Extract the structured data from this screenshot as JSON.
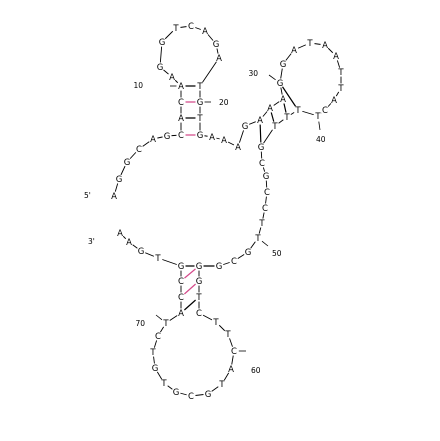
{
  "diagram": {
    "pair_colors": {
      "GC": "#d44a8a",
      "AT": "#000000"
    },
    "background": "#ffffff",
    "nucleotides": [
      {
        "n": 1,
        "base": "A"
      },
      {
        "n": 2,
        "base": "G"
      },
      {
        "n": 3,
        "base": "G"
      },
      {
        "n": 4,
        "base": "C"
      },
      {
        "n": 5,
        "base": "A"
      },
      {
        "n": 6,
        "base": "G"
      },
      {
        "n": 7,
        "base": "C"
      },
      {
        "n": 8,
        "base": "A"
      },
      {
        "n": 9,
        "base": "C"
      },
      {
        "n": 10,
        "base": "A"
      },
      {
        "n": 11,
        "base": "A"
      },
      {
        "n": 12,
        "base": "G"
      },
      {
        "n": 13,
        "base": "G"
      },
      {
        "n": 14,
        "base": "T"
      },
      {
        "n": 15,
        "base": "C"
      },
      {
        "n": 16,
        "base": "A"
      },
      {
        "n": 17,
        "base": "G"
      },
      {
        "n": 18,
        "base": "A"
      },
      {
        "n": 19,
        "base": "T"
      },
      {
        "n": 20,
        "base": "G"
      },
      {
        "n": 21,
        "base": "T"
      },
      {
        "n": 22,
        "base": "G"
      },
      {
        "n": 23,
        "base": "A"
      },
      {
        "n": 24,
        "base": "A"
      },
      {
        "n": 25,
        "base": "A"
      },
      {
        "n": 26,
        "base": "G"
      },
      {
        "n": 27,
        "base": "A"
      },
      {
        "n": 28,
        "base": "A"
      },
      {
        "n": 29,
        "base": "A"
      },
      {
        "n": 30,
        "base": "G"
      },
      {
        "n": 31,
        "base": "G"
      },
      {
        "n": 32,
        "base": "A"
      },
      {
        "n": 33,
        "base": "T"
      },
      {
        "n": 34,
        "base": "A"
      },
      {
        "n": 35,
        "base": "A"
      },
      {
        "n": 36,
        "base": "T"
      },
      {
        "n": 37,
        "base": "T"
      },
      {
        "n": 38,
        "base": "A"
      },
      {
        "n": 39,
        "base": "C"
      },
      {
        "n": 40,
        "base": "T"
      },
      {
        "n": 41,
        "base": "T"
      },
      {
        "n": 42,
        "base": "T"
      },
      {
        "n": 43,
        "base": "T"
      },
      {
        "n": 44,
        "base": "G"
      },
      {
        "n": 45,
        "base": "C"
      },
      {
        "n": 46,
        "base": "G"
      },
      {
        "n": 47,
        "base": "C"
      },
      {
        "n": 48,
        "base": "C"
      },
      {
        "n": 49,
        "base": "T"
      },
      {
        "n": 50,
        "base": "T"
      },
      {
        "n": 51,
        "base": "G"
      },
      {
        "n": 52,
        "base": "C"
      },
      {
        "n": 53,
        "base": "G"
      },
      {
        "n": 54,
        "base": "G"
      },
      {
        "n": 55,
        "base": "G"
      },
      {
        "n": 56,
        "base": "T"
      },
      {
        "n": 57,
        "base": "C"
      },
      {
        "n": 58,
        "base": "T"
      },
      {
        "n": 59,
        "base": "T"
      },
      {
        "n": 60,
        "base": "C"
      },
      {
        "n": 61,
        "base": "A"
      },
      {
        "n": 62,
        "base": "T"
      },
      {
        "n": 63,
        "base": "G"
      },
      {
        "n": 64,
        "base": "C"
      },
      {
        "n": 65,
        "base": "G"
      },
      {
        "n": 66,
        "base": "T"
      },
      {
        "n": 67,
        "base": "G"
      },
      {
        "n": 68,
        "base": "T"
      },
      {
        "n": 69,
        "base": "C"
      },
      {
        "n": 70,
        "base": "T"
      },
      {
        "n": 71,
        "base": "A"
      },
      {
        "n": 72,
        "base": "C"
      },
      {
        "n": 73,
        "base": "C"
      },
      {
        "n": 74,
        "base": "G"
      },
      {
        "n": 75,
        "base": "T"
      },
      {
        "n": 76,
        "base": "G"
      },
      {
        "n": 77,
        "base": "A"
      },
      {
        "n": 78,
        "base": "A"
      }
    ],
    "base_pairs": [
      [
        7,
        22
      ],
      [
        8,
        21
      ],
      [
        9,
        20
      ],
      [
        10,
        19
      ],
      [
        27,
        44
      ],
      [
        28,
        43
      ],
      [
        29,
        42
      ],
      [
        30,
        41
      ],
      [
        53,
        74
      ],
      [
        54,
        73
      ],
      [
        55,
        72
      ],
      [
        56,
        71
      ]
    ],
    "end_labels": {
      "five_prime": "5'",
      "three_prime": "3'"
    },
    "position_labels": [
      {
        "n": 10,
        "text": "10"
      },
      {
        "n": 20,
        "text": "20"
      },
      {
        "n": 30,
        "text": "30"
      },
      {
        "n": 40,
        "text": "40"
      },
      {
        "n": 50,
        "text": "50"
      },
      {
        "n": 60,
        "text": "60"
      },
      {
        "n": 70,
        "text": "70"
      }
    ]
  }
}
